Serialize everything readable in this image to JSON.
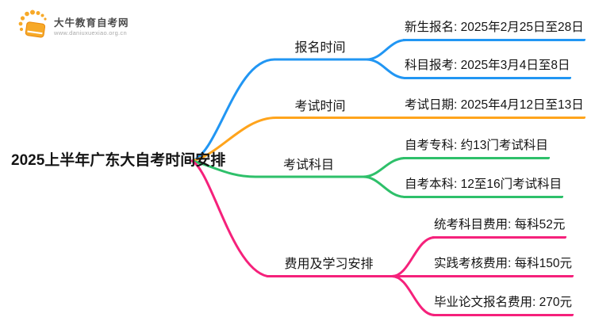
{
  "logo": {
    "site_name": "大牛教育自考网",
    "site_url": "www.daniuxuexiao.org.cn",
    "brand_color": "#F7A928"
  },
  "mindmap": {
    "root": "2025上半年广东大自考时间安排",
    "branches": [
      {
        "label": "报名时间",
        "color": "#2196F3",
        "leaves": [
          "新生报名: 2025年2月25日至28日",
          "科目报考: 2025年3月4日至8日"
        ]
      },
      {
        "label": "考试时间",
        "color": "#FFA41C",
        "leaves": [
          "考试日期: 2025年4月12日至13日"
        ]
      },
      {
        "label": "考试科目",
        "color": "#2EC06A",
        "leaves": [
          "自考专科: 约13门考试科目",
          "自考本科: 12至16门考试科目"
        ]
      },
      {
        "label": "费用及学习安排",
        "color": "#F5217B",
        "leaves": [
          "统考科目费用: 每科52元",
          "实践考核费用: 每科150元",
          "毕业论文报名费用: 270元"
        ]
      }
    ]
  }
}
